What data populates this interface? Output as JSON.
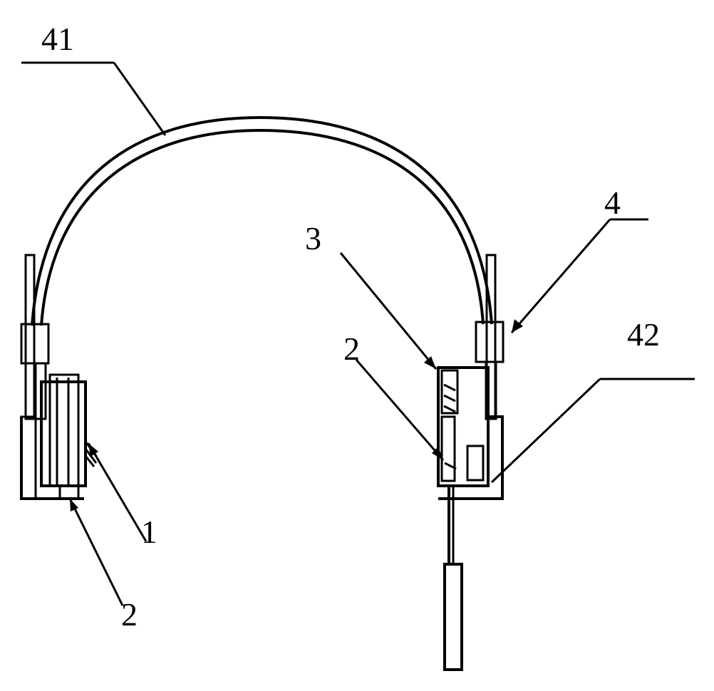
{
  "labels": {
    "headband": "41",
    "right_ear_frame": "42",
    "slider": "4",
    "right_top_part": "3",
    "right_lower_part": "2",
    "left_earcup": "1",
    "left_lower_part": "2"
  }
}
